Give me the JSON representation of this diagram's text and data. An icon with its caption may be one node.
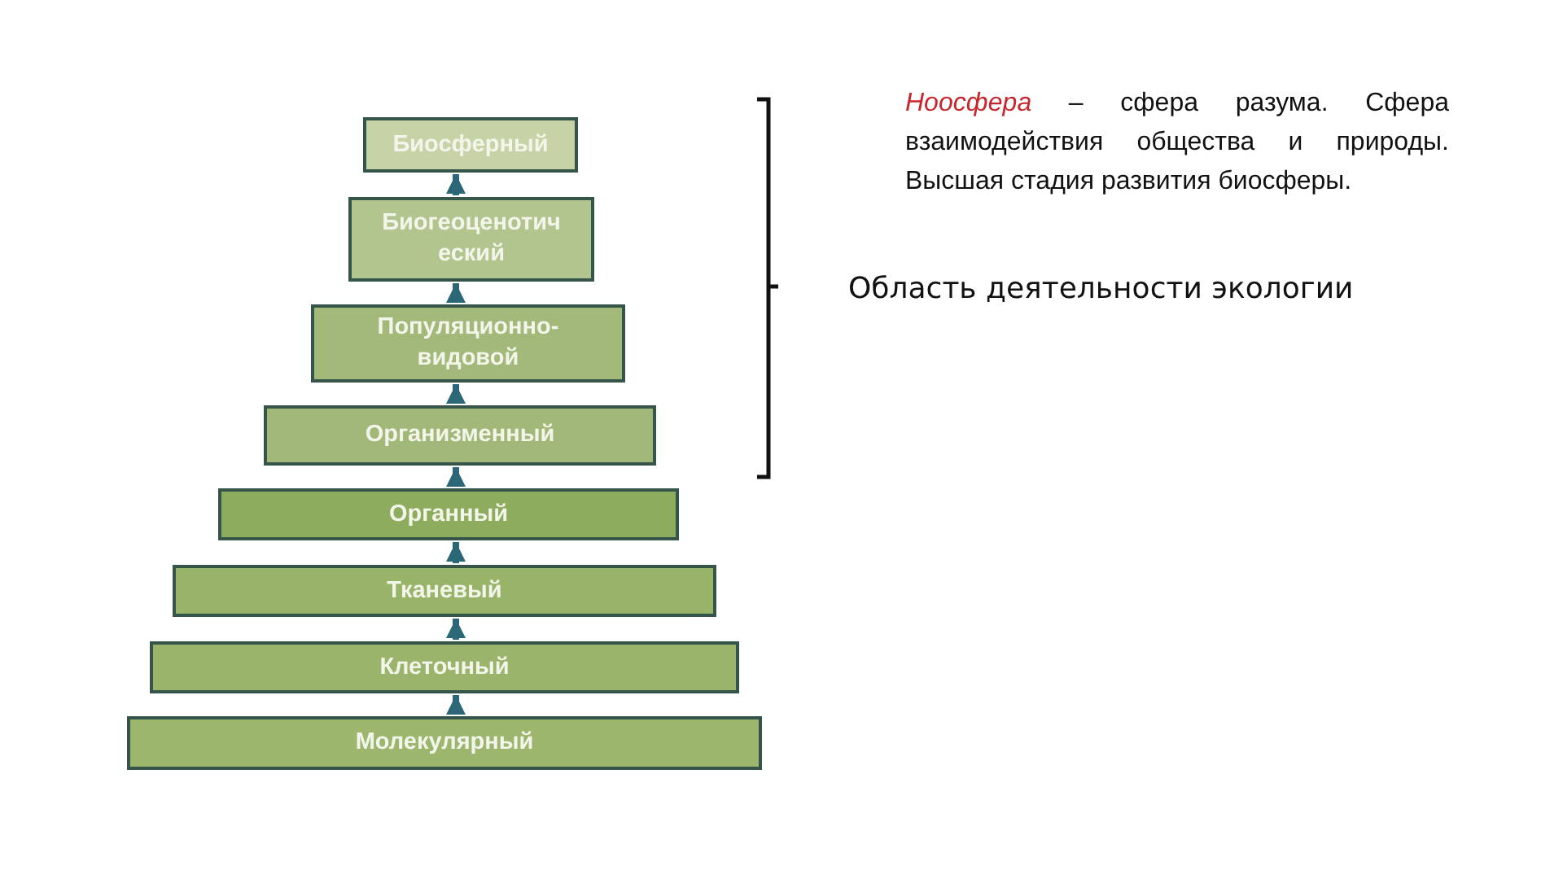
{
  "diagram": {
    "nodes": [
      {
        "text": [
          "Биосферный"
        ]
      },
      {
        "text": [
          "Биогеоценотич еский"
        ]
      },
      {
        "text": [
          "Популяционно-видовой"
        ]
      },
      {
        "text": [
          "Организменный"
        ]
      },
      {
        "text": [
          "Органный"
        ]
      },
      {
        "text": [
          "Тканевый"
        ]
      },
      {
        "text": [
          "Клеточный"
        ]
      },
      {
        "text": [
          "Молекулярный"
        ]
      }
    ],
    "edges": [
      {
        "from": 1,
        "to": 0,
        "arrow": "to"
      },
      {
        "from": 2,
        "to": 1,
        "arrow": "to"
      },
      {
        "from": 3,
        "to": 2,
        "arrow": "to"
      },
      {
        "from": 4,
        "to": 3,
        "arrow": "to"
      },
      {
        "from": 5,
        "to": 4,
        "arrow": "to"
      },
      {
        "from": 6,
        "to": 5,
        "arrow": "to"
      },
      {
        "from": 7,
        "to": 6,
        "arrow": "to"
      }
    ],
    "labels": [
      "*Ноосфера* – сфера разума. Сфера взаимодействия общества и природы. Высшая стадия развития биосферы.",
      "Область деятельности экологии"
    ]
  }
}
